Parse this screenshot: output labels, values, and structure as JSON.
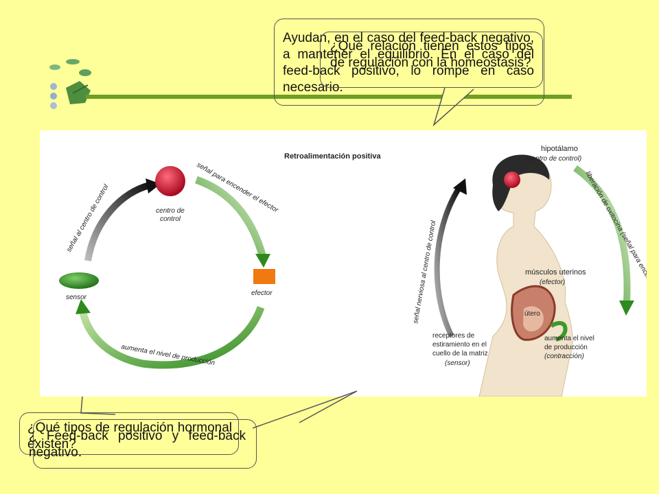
{
  "slide": {
    "background": "#FFFF99",
    "accent": "#6E9E24"
  },
  "callouts": {
    "top_back": "Ayudan, en el caso del feed-back negativo, a mantener el equilibrio. En el caso del feed-back positivo, lo rompe en caso necesario.",
    "top_front": "¿Qué relación tienen estos tipos de regulación con la homeostasis?",
    "bottom_back": "¿Qué tipos de regulación hormonal existen?",
    "bottom_front": "¿ Feed-back positivo y feed-back negativo."
  },
  "diagram": {
    "title": "Retroalimentación positiva",
    "left": {
      "control_center": "centro de control",
      "signal_on": "señal para encender el efector",
      "signal_center": "señal al centro de control",
      "sensor": "sensor",
      "effector": "efector",
      "increase": "aumenta el nivel de producción"
    },
    "right": {
      "hypothalamus": "hipotálamo",
      "hypothalamus_role": "(centro de control)",
      "oxytocin": "liberación de oxitocina (señal para encender el efector)",
      "nerve_signal": "señal nerviosa al centro de control",
      "muscles": "músculos uterinos",
      "muscles_role": "(efector)",
      "uterus": "útero",
      "receptors_1": "receptores de",
      "receptors_2": "estiramiento en el",
      "receptors_3": "cuello de la matriz",
      "receptors_role": "(sensor)",
      "increase_1": "aumenta el nivel",
      "increase_2": "de producción",
      "increase_role": "(contracción)"
    }
  }
}
